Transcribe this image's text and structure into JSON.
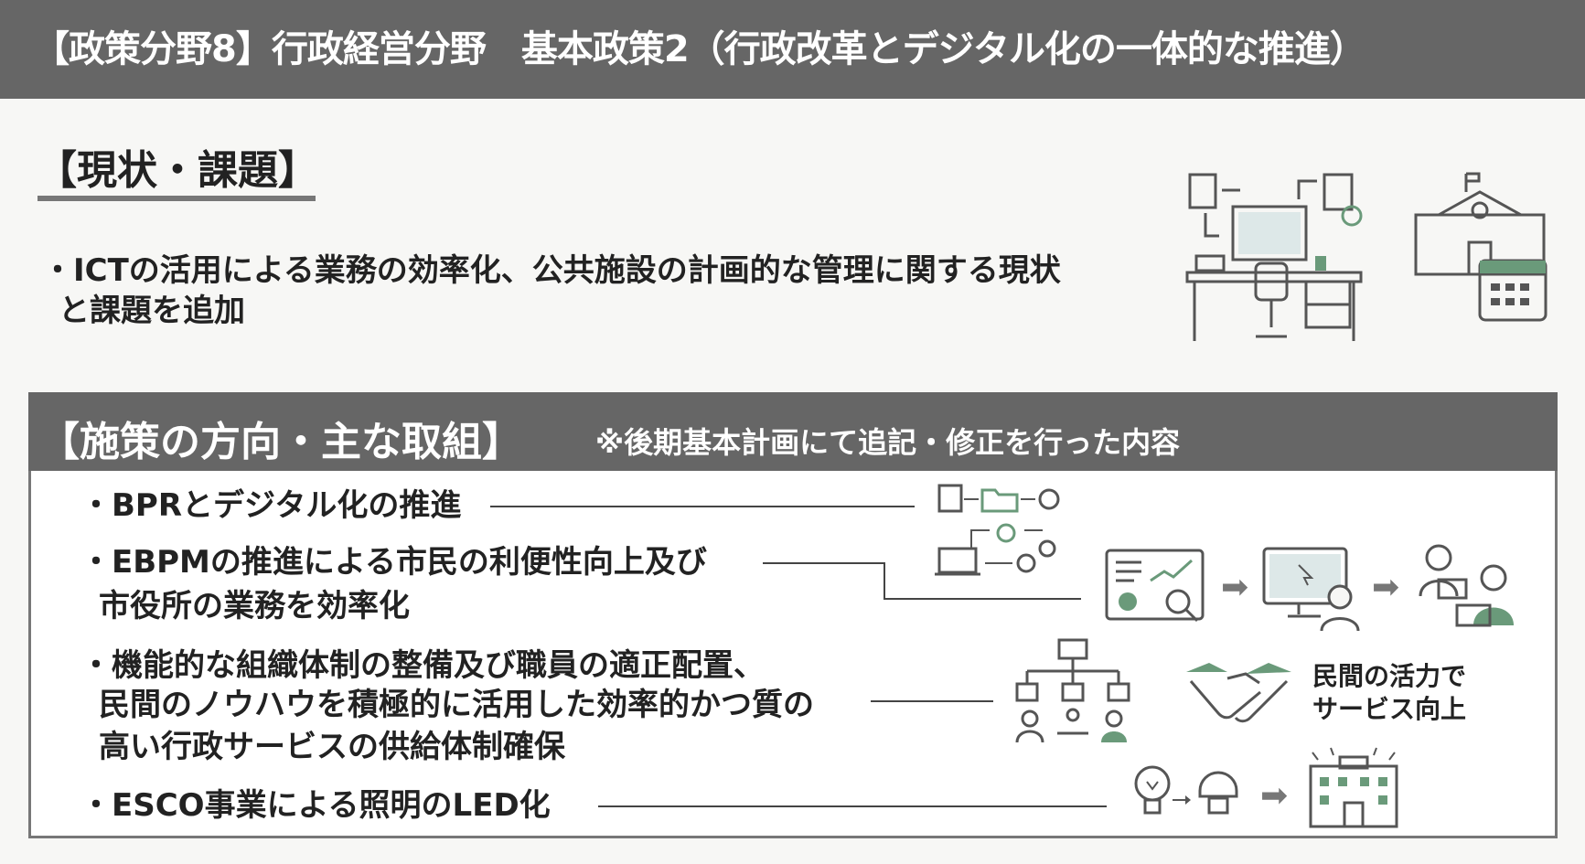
{
  "header": {
    "title": "【政策分野8】行政経営分野　基本政策2（行政改革とデジタル化の一体的な推進）"
  },
  "current": {
    "title": "【現状・課題】",
    "lines": [
      "・ICTの活用による業務の効率化、公共施設の計画的な管理に関する現状",
      "と課題を追加"
    ]
  },
  "measures": {
    "title": "【施策の方向・主な取組】",
    "note": "※後期基本計画にて追記・修正を行った内容",
    "items": [
      {
        "lines": [
          "・BPRとデジタル化の推進"
        ]
      },
      {
        "lines": [
          "・EBPMの推進による市民の利便性向上及び",
          "市役所の業務を効率化"
        ]
      },
      {
        "lines": [
          "・機能的な組織体制の整備及び職員の適正配置、",
          "民間のノウハウを積極的に活用した効率的かつ質の",
          "高い行政サービスの供給体制確保"
        ]
      },
      {
        "lines": [
          "・ESCO事業による照明のLED化"
        ]
      }
    ],
    "private_label": [
      "民間の活力で",
      "サービス向上"
    ]
  },
  "colors": {
    "header": "#666666",
    "accent": "#6a9a7a"
  }
}
